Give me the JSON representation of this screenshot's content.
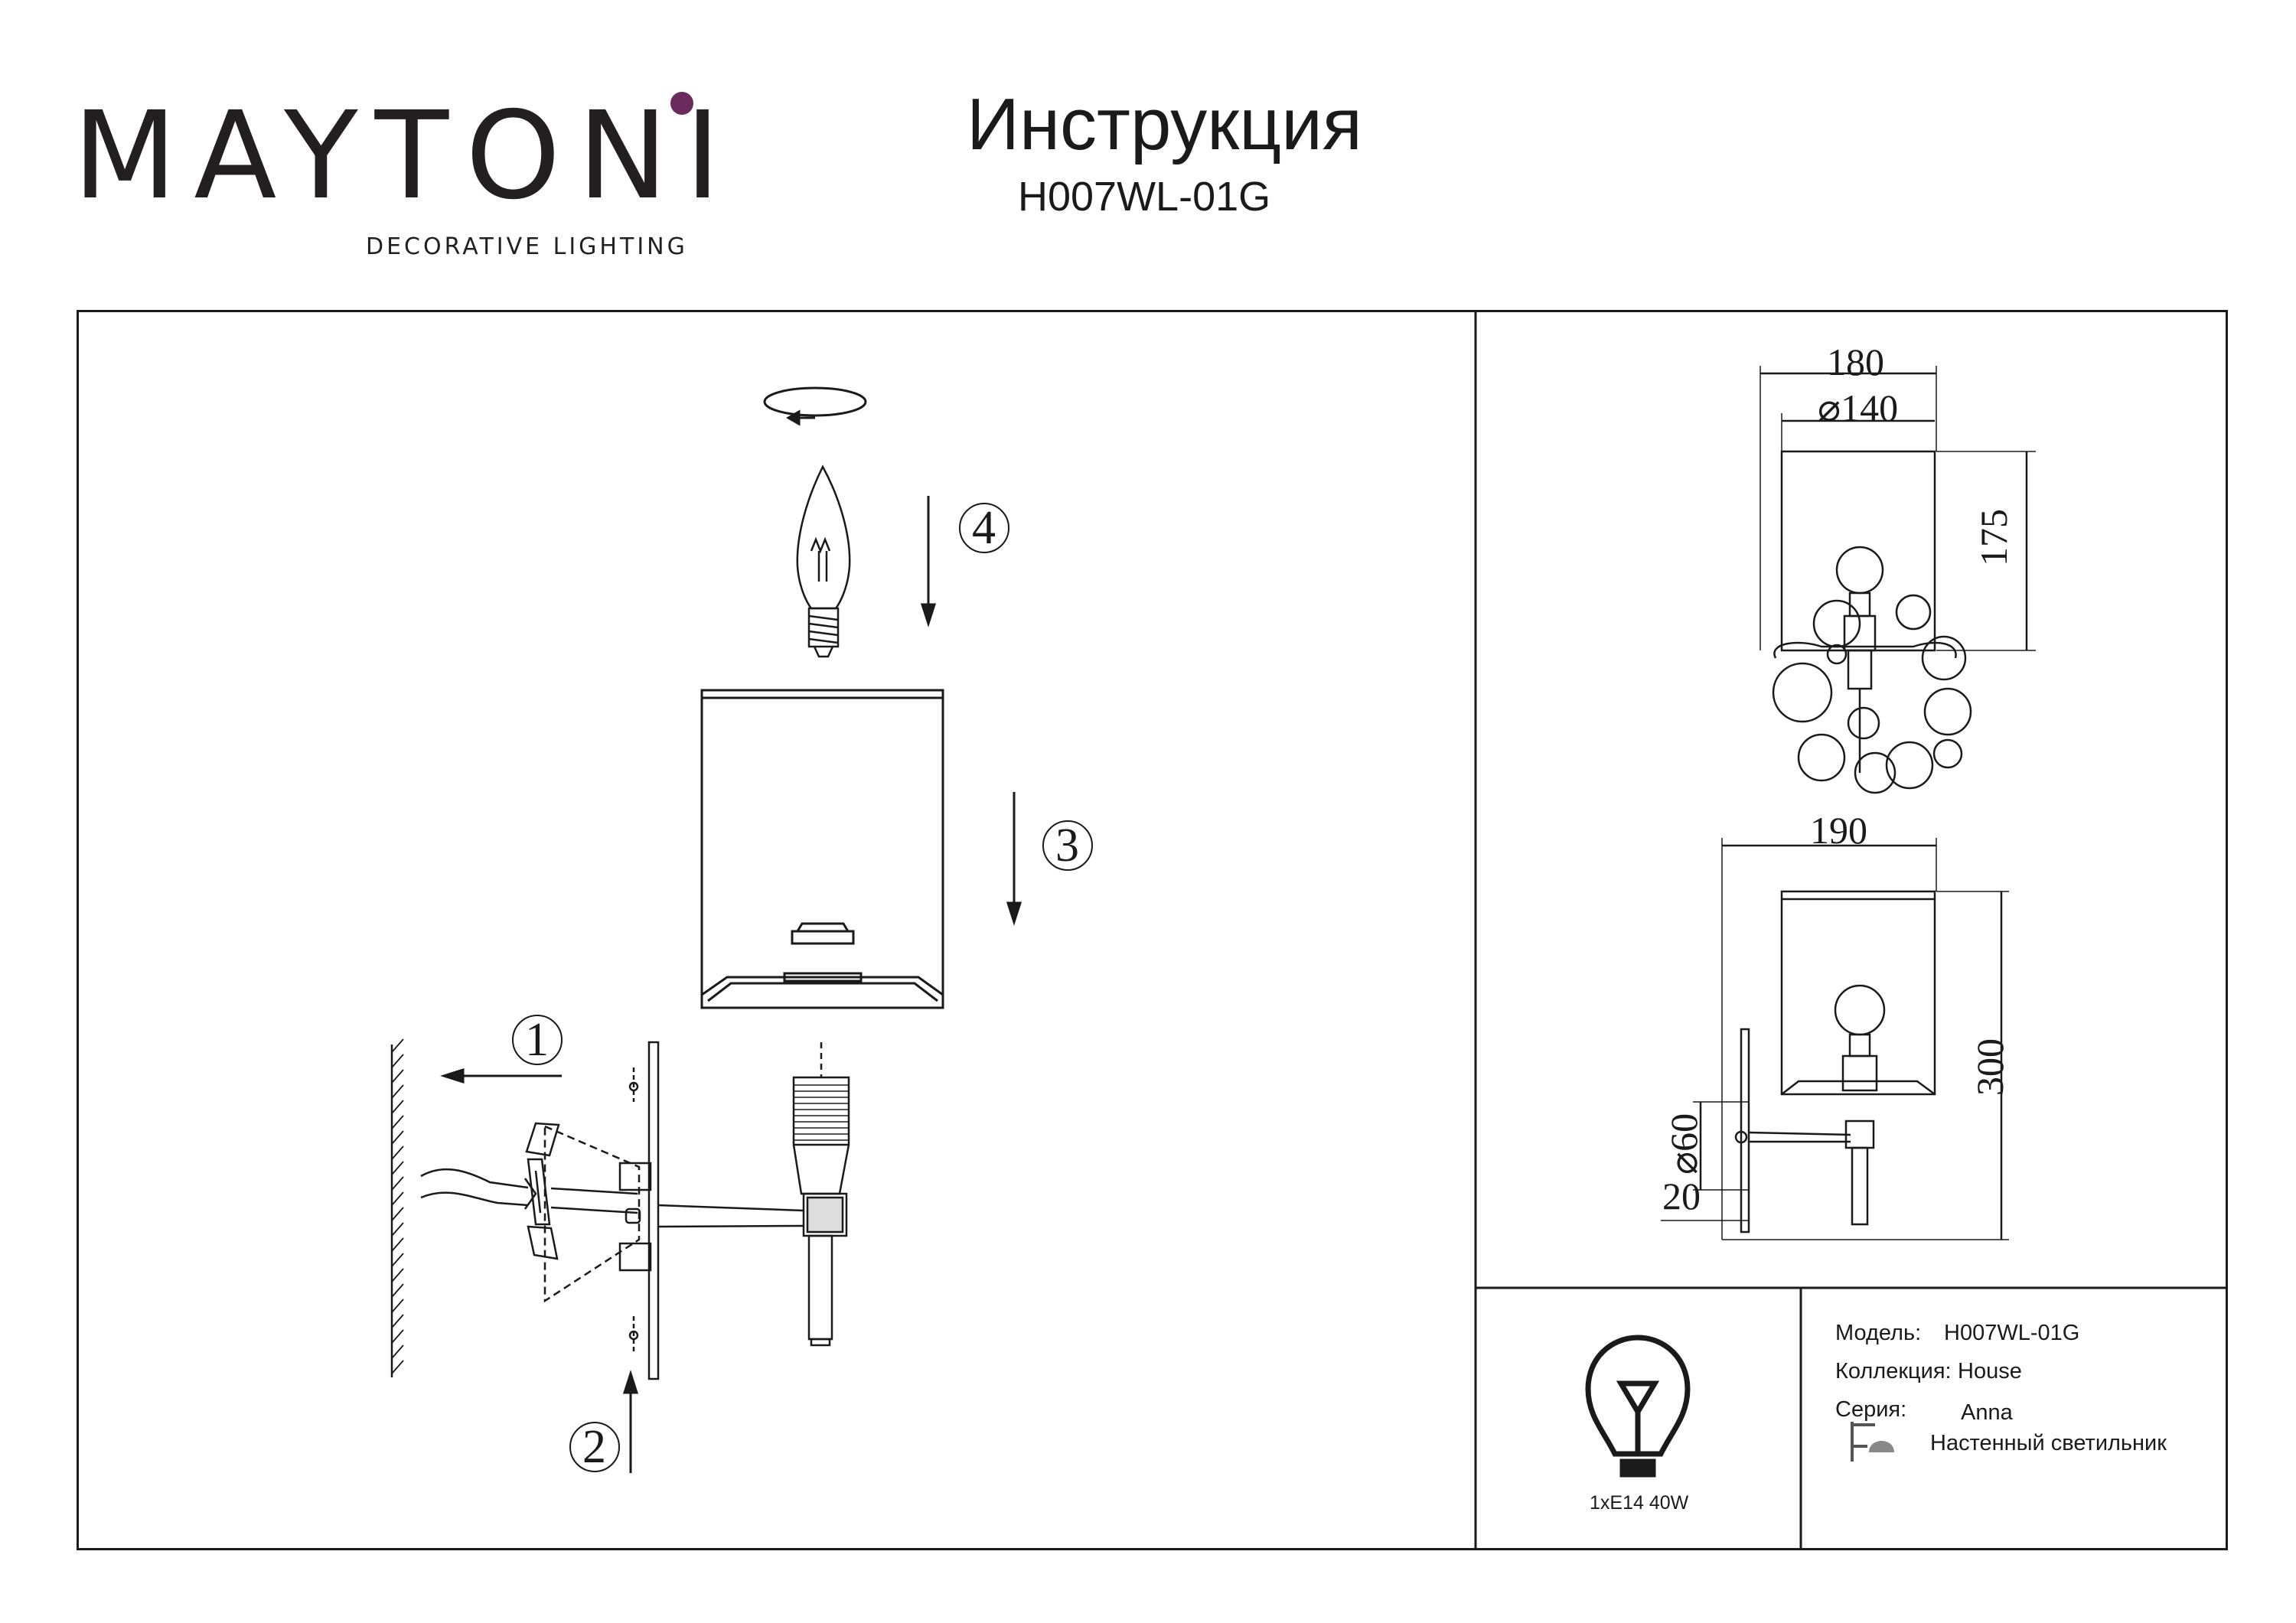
{
  "brand": {
    "name": "MAYTONI",
    "tagline": "DECORATIVE LIGHTING",
    "accent_color": "#6b2b5e"
  },
  "document": {
    "title": "Инструкция",
    "model_code": "H007WL-01G"
  },
  "assembly_steps": [
    "1",
    "2",
    "3",
    "4"
  ],
  "dimensions": {
    "top_view_width": "180",
    "shade_diameter": "⌀140",
    "top_view_depth": "175",
    "side_view_width": "190",
    "height": "300",
    "base_diameter": "⌀60",
    "base_depth": "20"
  },
  "lamp": {
    "icon": "bulb-icon",
    "spec": "1xE14 40W"
  },
  "info": {
    "model_label": "Модель:",
    "model_value": "H007WL-01G",
    "collection_label": "Коллекция:",
    "collection_value": "House",
    "series_label": "Серия:",
    "series_value": "Anna",
    "type_icon": "wall-lamp-icon",
    "type_value": "Настенный светильник"
  }
}
